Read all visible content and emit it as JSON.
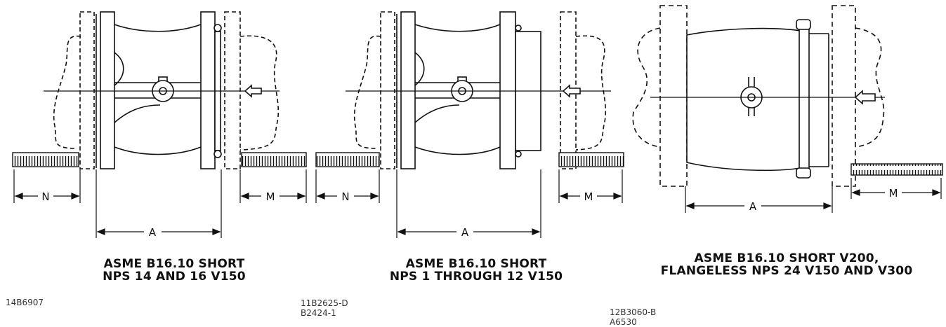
{
  "panels": [
    {
      "caption": [
        "ASME B16.10 SHORT",
        "NPS 14 AND 16 V150"
      ],
      "refs": [
        "14B6907"
      ],
      "dims": {
        "n": "N",
        "a": "A",
        "m": "M"
      }
    },
    {
      "caption": [
        "ASME B16.10 SHORT",
        "NPS 1 THROUGH 12 V150"
      ],
      "refs": [
        "11B2625-D",
        "B2424-1"
      ],
      "dims": {
        "n": "N",
        "a": "A",
        "m": "M"
      }
    },
    {
      "caption": [
        "ASME B16.10 SHORT V200,",
        "FLANGELESS NPS 24 V150 AND V300"
      ],
      "refs": [
        "12B3060-B",
        "A6530"
      ],
      "dims": {
        "a": "A",
        "m": "M"
      }
    }
  ],
  "colors": {
    "ink": "#111111"
  }
}
